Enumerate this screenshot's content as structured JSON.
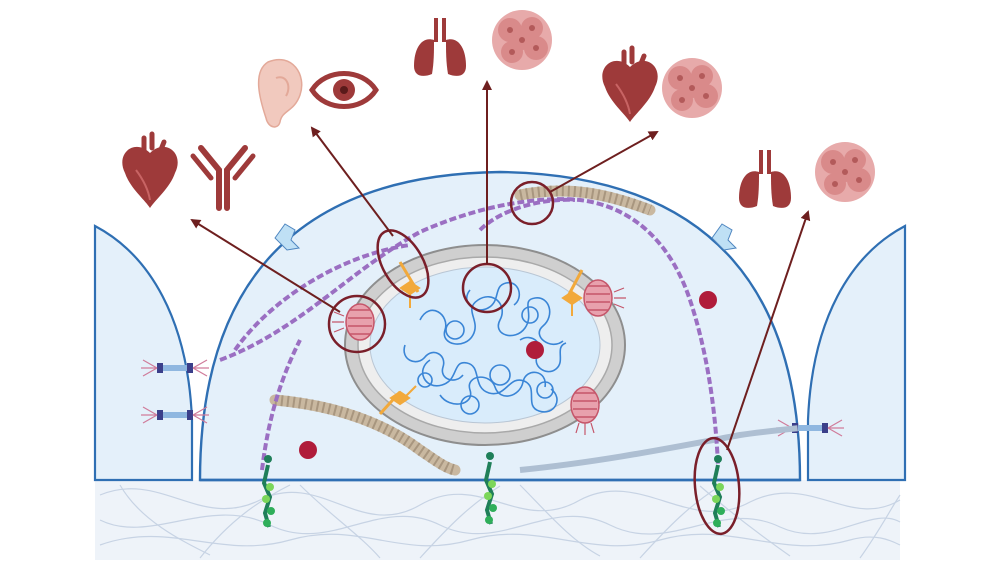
{
  "figure": {
    "colors": {
      "background": "#ffffff",
      "cell_fill": "#e4f0fa",
      "cell_stroke": "#2f6fb3",
      "nucleus_ring": "#9a9a9a",
      "nucleus_fill": "#ececec",
      "nucleus_inner": "#d9ecfb",
      "chromatin": "#3a85d6",
      "arrow": "#6e1f1f",
      "highlight_ring": "#7a1f2a",
      "organ": "#9e3a3a",
      "tumor": "#d98a8a",
      "ear": "#f1c9be",
      "microtubule": "#9b6fc2",
      "actin": "#c9b8a0",
      "nuclear_pore": "#d9707f",
      "linker": "#f2a93b",
      "integrin": "#2fae5a",
      "ecm": "#c9d6e6",
      "nucleolus": "#b01c3a"
    },
    "icons": [
      "heart-icon",
      "antibody-icon",
      "ear-icon",
      "eye-icon",
      "lungs-icon",
      "tumor-cell-cluster-icon",
      "heart-icon",
      "tumor-cell-cluster-icon",
      "lungs-icon",
      "tumor-cell-cluster-icon"
    ],
    "structures": [
      "cell-body",
      "neighbor-cell-left",
      "neighbor-cell-right",
      "nucleus",
      "chromatin",
      "nuclear-pore-complex",
      "linc-complex",
      "microtubule-filament",
      "actin-filament",
      "focal-adhesion-integrin",
      "extracellular-matrix",
      "cell-junction",
      "nucleolus-dot"
    ]
  }
}
